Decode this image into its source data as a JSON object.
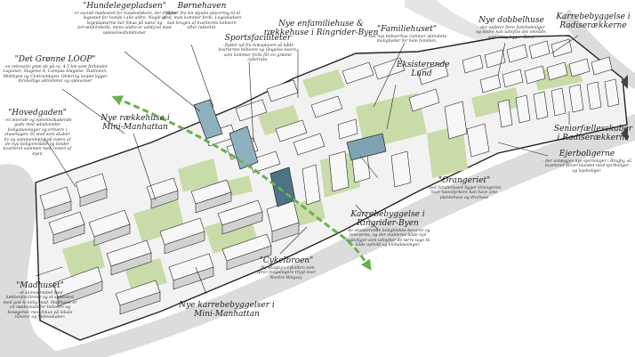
{
  "colors": {
    "road": "#d9d9d9",
    "green": "#c8dba8",
    "green_dark": "#a9c78a",
    "building": "#f7f7f7",
    "building_side": "#d2d2d2",
    "outline": "#222222",
    "highlight": "#4d7387",
    "arrow": "#69b04f"
  },
  "labels": {
    "hundelegepladsen": {
      "title": "\"Hundelegepladsen\"",
      "desc": "- er socialt mødested for hundeelskere, der frakter legested for hunde i alle aldre. Nogle af legepladserne har fokus på natur og terrænforskelle, mens andre er udstyret med oplevelsesfunktioner"
    },
    "bornehaven": {
      "title": "Børnehaven",
      "desc": "- flytter fra sin skjulte placering til et sted, man kommer forbi. Legepladsen kan bruges af kvarterets beboere efter lukketid."
    },
    "sportsfaciliteter": {
      "title": "Sportsfaciliteter",
      "desc": "- flytter ud fra boksplanen så både kvarterets beboere og Slagelse-boere, som kommer forbi får en grønne cykelrute."
    },
    "nye_enfamilie": {
      "title": "Nye enfamiliehuse & rækkehuse i Ringrider-Byen"
    },
    "familiehuset": {
      "title": "\"Familiehuset\"",
      "desc": "- Det nye beboerhus rummer aktivitets-muligheder for hele familien."
    },
    "nye_dobbelhuse": {
      "title": "Nye dobbelhuse",
      "desc": "- der opfører flere familieboliger og bedre kan udnytte det område, som i dag ligger åbent"
    },
    "karrebebyggelse_radise": {
      "title": "Karrebebyggelse i Radiserækkerne"
    },
    "gronne_loop": {
      "title": "\"Det Grønne LOOP\"",
      "desc": "- en rekreativ grøn sti på ca. 4-5 km som forbinder Lagunen, Slagelse A, Campus Slagelse, Stationen, Midtbyen og Centrumbyen. Omkring loopet ligger forskellige aktiviteter og oplevelser"
    },
    "eksisterende_lund": {
      "title": "Eksisterende Lund"
    },
    "hovedgaden": {
      "title": "\"Hovedgaden\"",
      "desc": "- en levende og opholdsskabende gade med udadvendte boligstueetager og erhverv i stueetagen. Et sted som skaber liv og sammenhæng på tværs af de nye boligområder og binder kvarteret sammen med resten af byen"
    },
    "nye_raekkehuse": {
      "title": "Nye rækkehuse i Mini-Manhattan"
    },
    "ejerboligerne": {
      "title": "Ejerboligerne",
      "desc": "- der anlægges nye ejerboliger i Ringby, så kvarteret bliver blandet med ejerboliger og lejeboliger."
    },
    "seniorfaellesskaber": {
      "title": "Seniorfællesskaber i Radiserækkerne"
    },
    "orangeriet": {
      "title": "\"Orangeriet\"",
      "desc": "- ved familiehuset ligger Orangeriet, hvor havedyrkere kan have sine plantehuse og drivhuse"
    },
    "karre_ringrider": {
      "title": "Karrebebyggelse i Ringrider-Byen",
      "desc": "- de eksisterende boligblokke bevarer og renoveres, og der etableres både nye tagboliger som udnytter de tørre tage til både ophold og klimaløsninger."
    },
    "madhuset": {
      "title": "\"Madhuset\"",
      "desc": "- et samværssted med køkkenfaciliteter og et spisested med god & billig mad. Madhuset er en mødeplads for beboere og besøgende med fokus på lokale råvarer og fællesskaber."
    },
    "cykelbroen": {
      "title": "\"Cykelbroen\"",
      "desc": "- Ny Ringby's cykelbro som fører fodgængere trygt over Nordre Ringvej."
    },
    "nye_karrebebyggelser": {
      "title": "Nye karrebebyggelser i Mini-Manhattan"
    }
  }
}
